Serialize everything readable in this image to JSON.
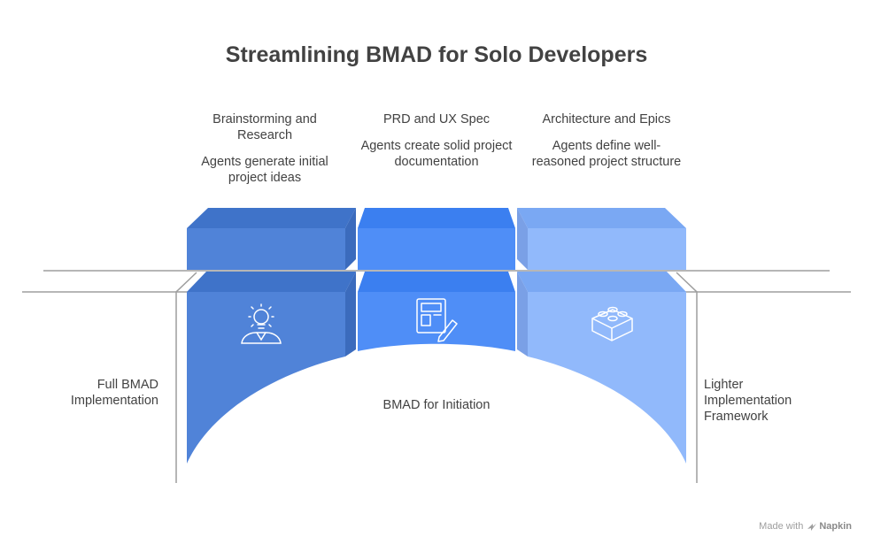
{
  "title": "Streamlining BMAD for Solo Developers",
  "columns": [
    {
      "heading": "Brainstorming and Research",
      "description": "Agents generate initial project ideas",
      "icon": "lightbulb-person-icon",
      "color": "#5083d8"
    },
    {
      "heading": "PRD and UX Spec",
      "description": "Agents create solid project documentation",
      "icon": "document-edit-icon",
      "color": "#4f8ef7"
    },
    {
      "heading": "Architecture and Epics",
      "description": "Agents define well-reasoned project structure",
      "icon": "building-block-icon",
      "color": "#91b9fb"
    }
  ],
  "left_label": "Full BMAD Implementation",
  "right_label": "Lighter Implementation Framework",
  "center_label": "BMAD for Initiation",
  "footer": {
    "prefix": "Made with",
    "brand": "Napkin"
  }
}
